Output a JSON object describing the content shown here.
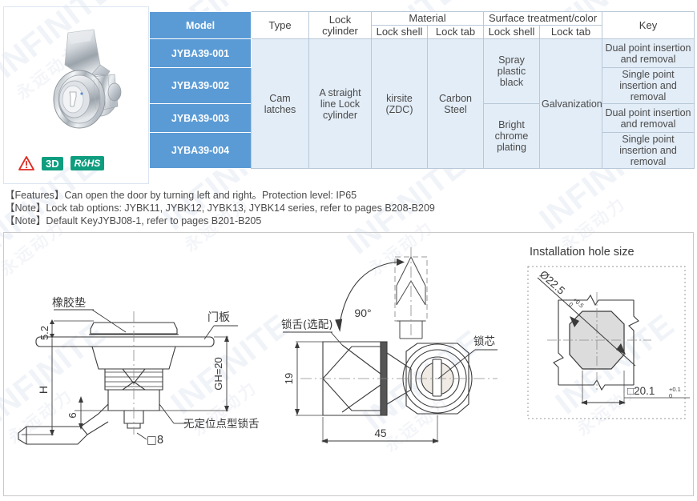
{
  "product": {
    "image_alt": "cam-lock-product-photo",
    "badges": [
      {
        "name": "warning-icon",
        "label": "⚠"
      },
      {
        "name": "3d-badge",
        "label": "3D"
      },
      {
        "name": "rohs-badge",
        "label": "RóHS"
      }
    ]
  },
  "table": {
    "headers": {
      "model": "Model",
      "type": "Type",
      "lock_cylinder": "Lock cylinder",
      "material": "Material",
      "surface": "Surface treatment/color",
      "key": "Key",
      "material_lock_shell": "Lock shell",
      "material_lock_tab": "Lock tab",
      "surface_lock_shell": "Lock shell",
      "surface_lock_tab": "Lock tab"
    },
    "models": [
      "JYBA39-001",
      "JYBA39-002",
      "JYBA39-003",
      "JYBA39-004"
    ],
    "type": "Cam latches",
    "lock_cylinder": "A straight line Lock cylinder",
    "material_lock_shell": "kirsite (ZDC)",
    "material_lock_tab": "Carbon Steel",
    "surface_lock_shell": [
      "Spray plastic black",
      "Bright chrome plating"
    ],
    "surface_lock_tab": "Galvanization",
    "keys": [
      "Dual point insertion and removal",
      "Single point insertion and removal",
      "Dual point insertion and removal",
      "Single point insertion and removal"
    ]
  },
  "notes": [
    "【Features】Can open the door by turning left and right。Protection level: IP65",
    "【Note】Lock tab options: JYBK11, JYBK12, JYBK13, JYBK14 series, refer to pages B208-B209",
    "【Note】Default KeyJYBJ08-1, refer to pages B201-B205"
  ],
  "drawings": {
    "left": {
      "labels": {
        "rubber_gasket": "橡胶垫",
        "door_panel": "门板",
        "lock_tab_nonlocating": "无定位点型锁舌",
        "dim_5_2": "5.2",
        "dim_h": "H",
        "dim_6": "6",
        "dim_gh": "GH=20",
        "dim_square8": "□8"
      }
    },
    "middle": {
      "labels": {
        "angle": "90°",
        "lock_tab_optional": "锁舌(选配)",
        "lock_core": "锁芯",
        "dim_19": "19",
        "dim_45": "45"
      }
    },
    "right": {
      "title": "Installation hole size",
      "labels": {
        "diameter": "Ø22.5",
        "diameter_tol_upper": "+0.5",
        "diameter_tol_lower": "0",
        "square": "□20.1",
        "square_tol_upper": "+0.1",
        "square_tol_lower": "0"
      }
    }
  },
  "watermark": {
    "en": "INFINITE",
    "cn": "永远动力"
  },
  "colors": {
    "header_blue": "#5b9bd5",
    "cell_blue": "#e3edf7",
    "border": "#b9c8d8",
    "badge_green": "#0f9d7f",
    "warning_red": "#e02b20"
  }
}
